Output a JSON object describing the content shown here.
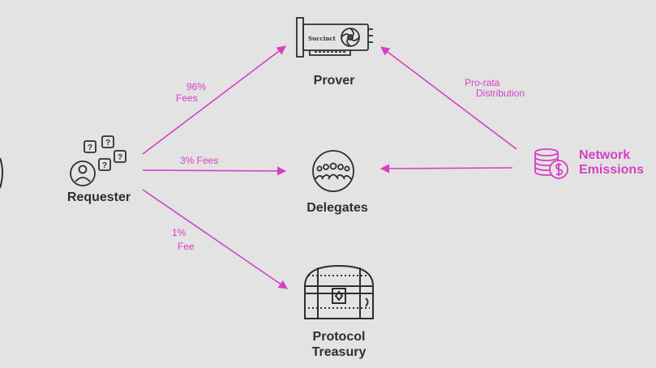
{
  "nodes": {
    "requester": {
      "label": "Requester"
    },
    "prover": {
      "label": "Prover",
      "brand": "Succinct"
    },
    "delegates": {
      "label": "Delegates"
    },
    "treasury": {
      "label_line1": "Protocol",
      "label_line2": "Treasury"
    },
    "emissions": {
      "label_line1": "Network",
      "label_line2": "Emissions"
    }
  },
  "edges": {
    "to_prover": {
      "line1": "96%",
      "line2": "Fees"
    },
    "to_delegates": {
      "label": "3% Fees"
    },
    "to_treasury": {
      "line1": "1%",
      "line2": "Fee"
    },
    "emissions_to_prover": {
      "line1": "Pro-rata",
      "line2": "Distribution"
    }
  },
  "icons": {
    "requester": "user-with-question-bubbles-icon",
    "prover": "gpu-card-icon",
    "delegates": "group-of-people-icon",
    "treasury": "treasure-chest-icon",
    "emissions": "coin-stack-icon"
  },
  "colors": {
    "background": "#e3e3e3",
    "accent": "#d63fc3",
    "ink": "#2b2f33"
  }
}
